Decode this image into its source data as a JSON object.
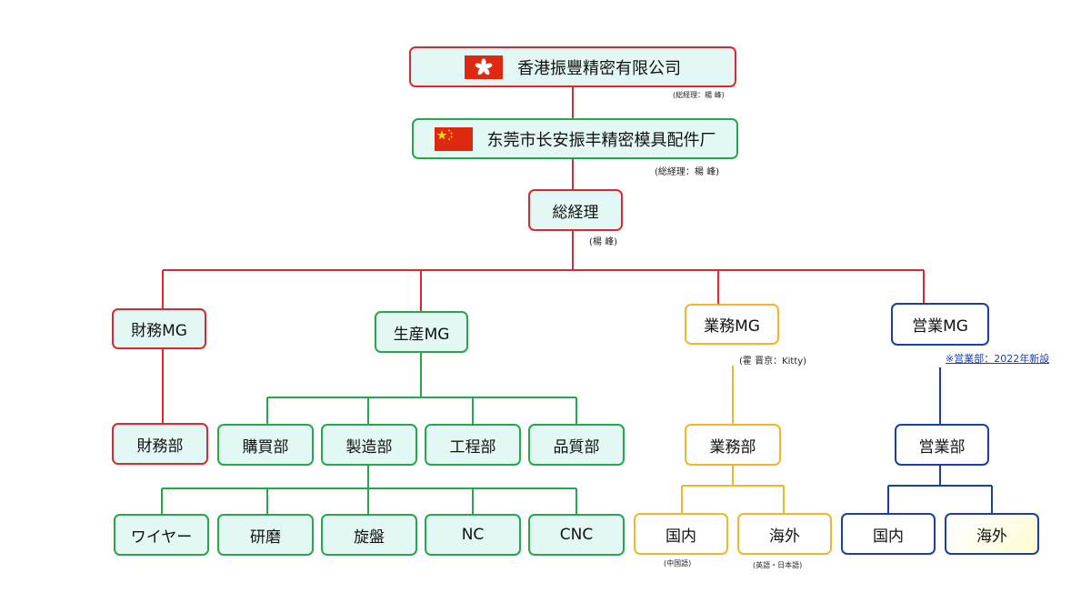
{
  "colors": {
    "red": "#e0262e",
    "green": "#22a94a",
    "gold": "#f3b62a",
    "blue": "#1a3fa8",
    "box_fill": "#e3f8f4"
  },
  "hk_company": {
    "flag_icon": "hong-kong-flag-icon",
    "name": "香港振豐精密有限公司",
    "note": "(総経理：楊 峰)"
  },
  "cn_factory": {
    "flag_icon": "china-flag-icon",
    "name": "东莞市长安振丰精密模具配件厂",
    "note": "(総経理：楊 峰)"
  },
  "president": {
    "title": "総経理",
    "note": "(楊 峰)"
  },
  "finance_mg": {
    "title": "財務MG",
    "dept": "財務部"
  },
  "production_mg": {
    "title": "生産MG",
    "depts": [
      "購買部",
      "製造部",
      "工程部",
      "品質部"
    ],
    "manufacturing_units": [
      "ワイヤー",
      "研磨",
      "旋盤",
      "NC",
      "CNC"
    ]
  },
  "business_mg": {
    "title": "業務MG",
    "note": "(霍 晋京：Kitty)",
    "dept": "業務部",
    "domestic": "国内",
    "domestic_note": "(中国語)",
    "overseas": "海外",
    "overseas_note": "(英語・日本語)"
  },
  "sales_mg": {
    "title": "営業MG",
    "note": "※営業部：2022年新設",
    "dept": "営業部",
    "domestic": "国内",
    "overseas": "海外"
  }
}
